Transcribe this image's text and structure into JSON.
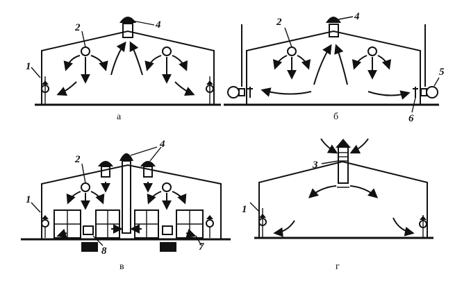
{
  "panels": [
    {
      "id": "a",
      "caption": "а"
    },
    {
      "id": "b",
      "caption": "б"
    },
    {
      "id": "v",
      "caption": "в"
    },
    {
      "id": "g",
      "caption": "г"
    }
  ],
  "callouts": {
    "one": "1",
    "two": "2",
    "three": "3",
    "four": "4",
    "five": "5",
    "six": "6",
    "seven": "7",
    "eight": "8"
  }
}
